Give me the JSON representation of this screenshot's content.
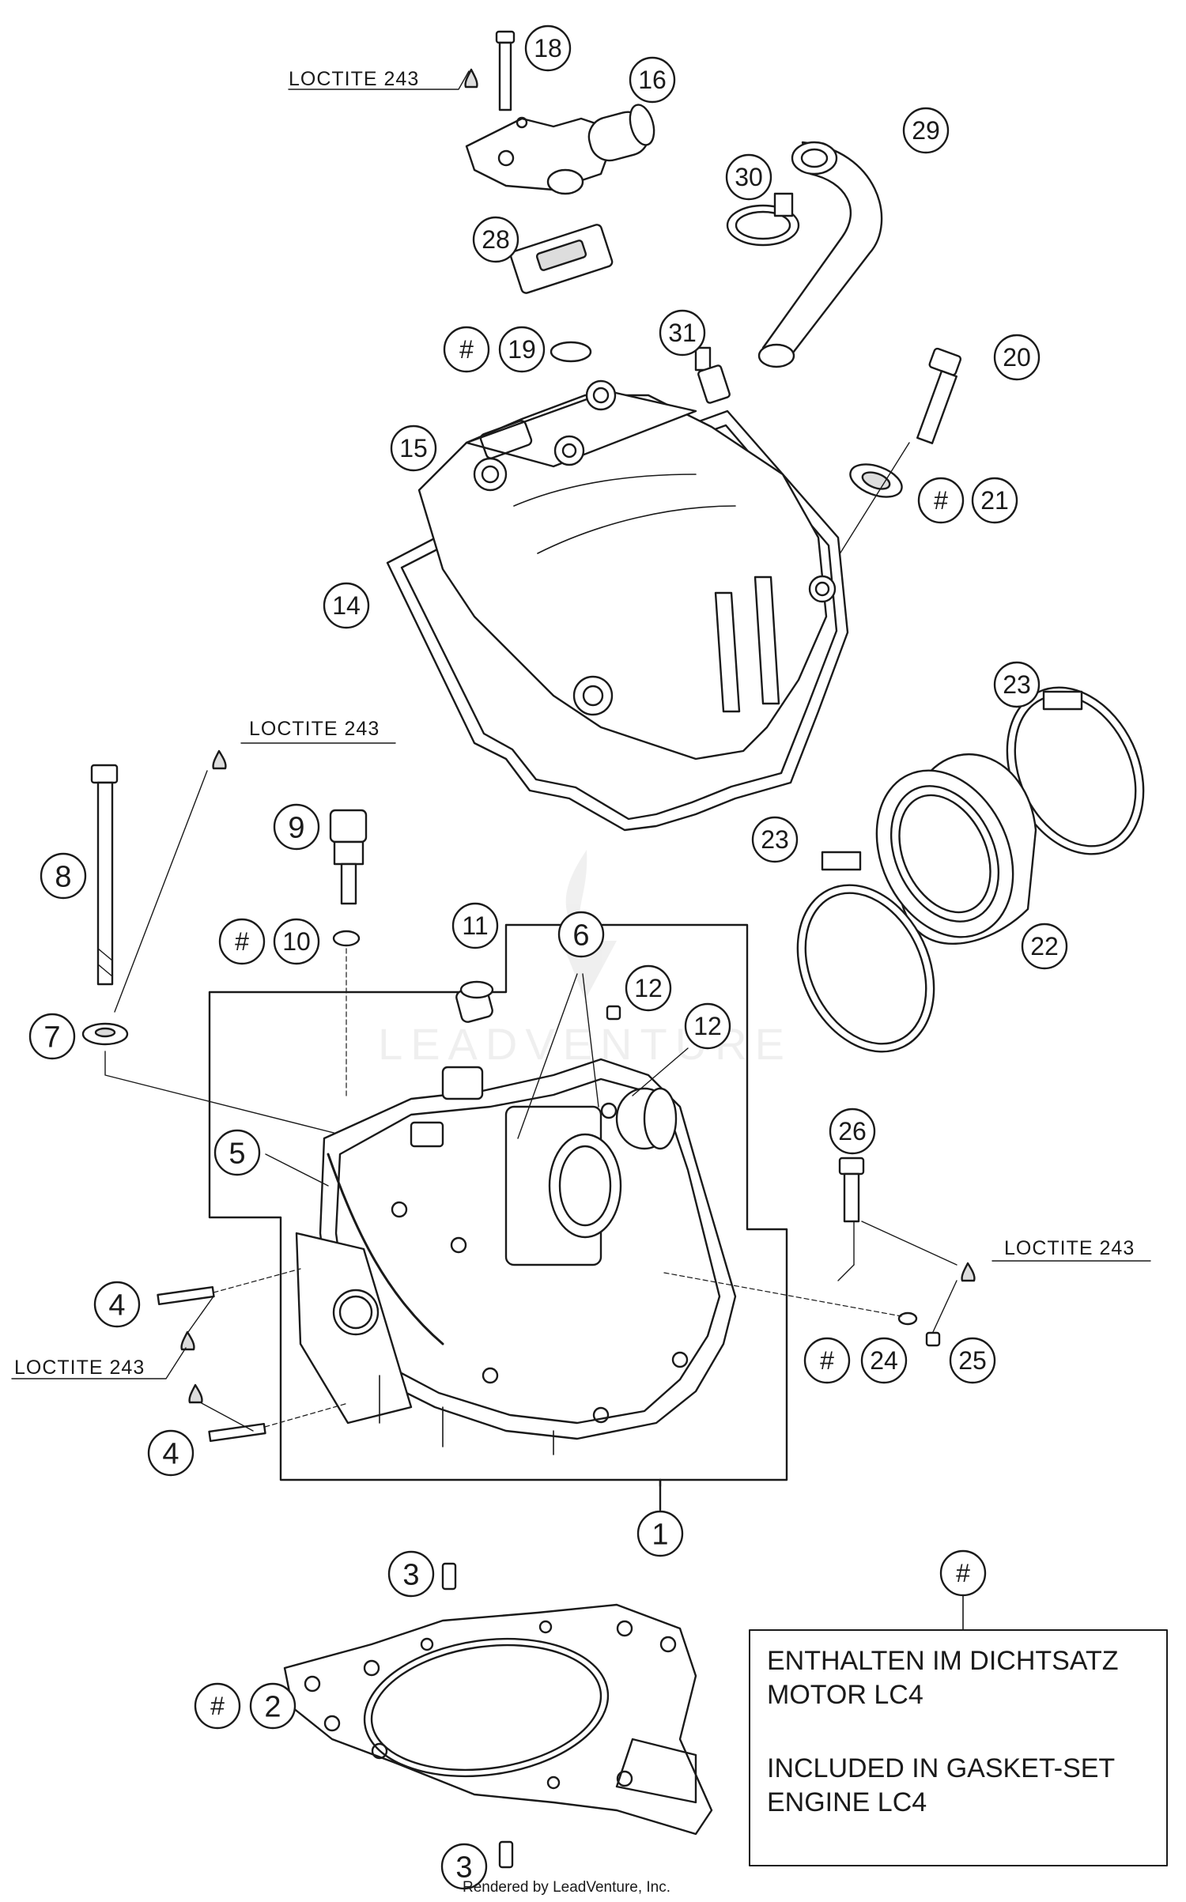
{
  "callouts": [
    {
      "id": "c18",
      "label": "18"
    },
    {
      "id": "c16",
      "label": "16"
    },
    {
      "id": "c29",
      "label": "29"
    },
    {
      "id": "c30",
      "label": "30"
    },
    {
      "id": "c28",
      "label": "28"
    },
    {
      "id": "c19",
      "label": "19",
      "gasket": true
    },
    {
      "id": "c31",
      "label": "31"
    },
    {
      "id": "c20",
      "label": "20"
    },
    {
      "id": "c15",
      "label": "15"
    },
    {
      "id": "c21",
      "label": "21",
      "gasket": true
    },
    {
      "id": "c14",
      "label": "14"
    },
    {
      "id": "c23a",
      "label": "23"
    },
    {
      "id": "c23b",
      "label": "23"
    },
    {
      "id": "c22",
      "label": "22"
    },
    {
      "id": "c9",
      "label": "9"
    },
    {
      "id": "c8",
      "label": "8"
    },
    {
      "id": "c10",
      "label": "10",
      "gasket": true
    },
    {
      "id": "c11",
      "label": "11"
    },
    {
      "id": "c6",
      "label": "6"
    },
    {
      "id": "c12a",
      "label": "12"
    },
    {
      "id": "c12b",
      "label": "12"
    },
    {
      "id": "c7",
      "label": "7"
    },
    {
      "id": "c5",
      "label": "5"
    },
    {
      "id": "c26",
      "label": "26"
    },
    {
      "id": "c4a",
      "label": "4"
    },
    {
      "id": "c24",
      "label": "24",
      "gasket": true
    },
    {
      "id": "c25",
      "label": "25"
    },
    {
      "id": "c4b",
      "label": "4"
    },
    {
      "id": "c1",
      "label": "1"
    },
    {
      "id": "c3a",
      "label": "3"
    },
    {
      "id": "c2",
      "label": "2",
      "gasket": true
    },
    {
      "id": "c3b",
      "label": "3"
    }
  ],
  "hash_symbol": "#",
  "loctite": {
    "top": "LOCTITE 243",
    "left_upper": "LOCTITE 243",
    "right": "LOCTITE 243",
    "left_lower": "LOCTITE 243"
  },
  "legend": {
    "symbol": "#",
    "line1": "ENTHALTEN IM DICHTSATZ",
    "line2": "MOTOR LC4",
    "line3": "INCLUDED IN GASKET-SET",
    "line4": "ENGINE LC4"
  },
  "watermark": "LEADVENTURE",
  "footer": "Rendered by LeadVenture, Inc.",
  "colors": {
    "line": "#1a1a1a",
    "fill": "#ffffff",
    "shade": "#d8d8d8",
    "watermark": "#ececec"
  }
}
